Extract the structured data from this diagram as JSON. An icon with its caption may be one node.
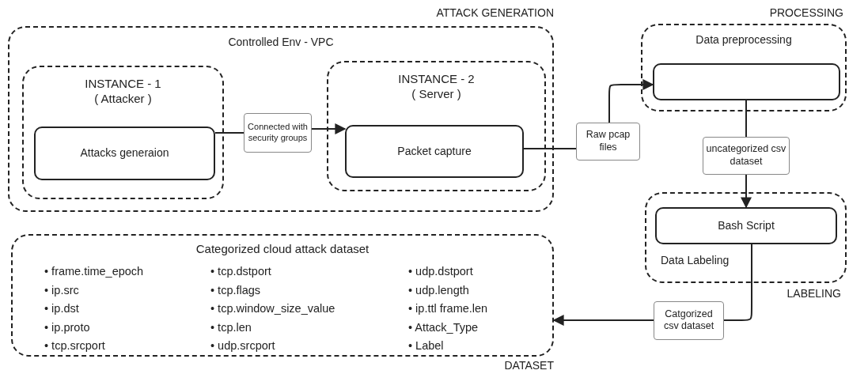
{
  "diagram": {
    "nodes": [
      {
        "text": [
          "Controlled Env - VPC"
        ],
        "beside": [
          "ATTACK GENERATION"
        ]
      },
      {
        "text": [
          "INSTANCE - 1 ( Attacker )"
        ],
        "in": 0
      },
      {
        "text": [
          "Attacks generaion"
        ],
        "in": 1
      },
      {
        "text": [
          "Connected with security groups"
        ],
        "in": 0
      },
      {
        "text": [
          "INSTANCE - 2 ( Server )"
        ],
        "in": 0
      },
      {
        "text": [
          "Packet capture"
        ],
        "in": 4
      },
      {
        "text": [
          "Raw pcap files"
        ]
      },
      {
        "text": [
          "Data preprocessing"
        ],
        "beside": [
          "PROCESSING"
        ]
      },
      {
        "text": [],
        "shape": "box",
        "in": 7
      },
      {
        "text": [
          "uncategorized csv dataset"
        ]
      },
      {
        "text": [
          "Data Labeling"
        ],
        "beside": [
          "LABELING"
        ]
      },
      {
        "text": [
          "Bash Script"
        ],
        "in": 10
      },
      {
        "text": [
          "Catgorized csv dataset"
        ]
      },
      {
        "text": [
          "Categorized cloud attack dataset",
          "• frame.time_epoch",
          "• ip.src",
          "• ip.dst",
          "• ip.proto",
          "• tcp.srcport",
          "• tcp.dstport",
          "• tcp.flags",
          "• tcp.window_size_value",
          "• tcp.len",
          "• udp.srcport",
          "• udp.dstport",
          "• udp.length",
          "• ip.ttl frame.len",
          "• Attack_Type",
          "• Label"
        ],
        "beside": [
          "DATASET"
        ]
      }
    ],
    "edges": [
      {
        "from": 2,
        "to": 3,
        "arrow": "none"
      },
      {
        "from": 3,
        "to": 5,
        "arrow": "to"
      },
      {
        "from": 5,
        "to": 6,
        "arrow": "none"
      },
      {
        "from": 6,
        "to": 8,
        "arrow": "to"
      },
      {
        "from": 8,
        "to": 9,
        "arrow": "none"
      },
      {
        "from": 9,
        "to": 11,
        "arrow": "to"
      },
      {
        "from": 11,
        "to": 12,
        "arrow": "none"
      },
      {
        "from": 12,
        "to": 13,
        "arrow": "to"
      }
    ]
  }
}
